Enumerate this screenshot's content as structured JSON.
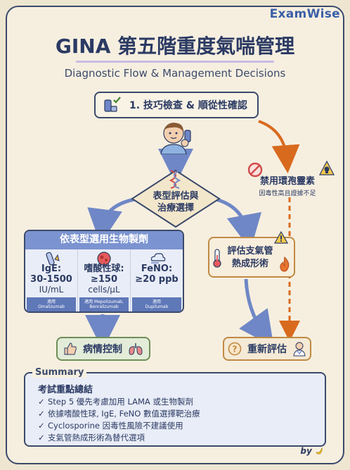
{
  "brand": "ExamWise",
  "title": "GINA 第五階重度氣喘管理",
  "subtitle": "Diagnostic Flow & Management Decisions",
  "step1": {
    "label": "1. 技巧檢查 & 順從性確認"
  },
  "phenotype": {
    "line1": "表型評估與",
    "line2": "治療選擇"
  },
  "biologics": {
    "header": "依表型選用生物製劑",
    "items": [
      {
        "line1": "IgE:",
        "line2": "30-1500",
        "line3": "IU/mL",
        "drug_label": "適用",
        "drug": "Omalizumab",
        "drug2": ""
      },
      {
        "line1": "嗜酸性球:",
        "line2": "≥150",
        "line3": "cells/μL",
        "drug_label": "適用 Mepolizumab,",
        "drug": "Benralizumab",
        "drug2": ""
      },
      {
        "line1": "FeNO:",
        "line2": "≥20 ppb",
        "line3": "",
        "drug_label": "適用",
        "drug": "Dupilumab",
        "drug2": ""
      }
    ]
  },
  "ban": {
    "title": "禁用環孢靈素",
    "note": "因毒性高且證據不足"
  },
  "airway": {
    "line1": "評估支氣管",
    "line2": "熱成形術"
  },
  "control": {
    "label": "病情控制"
  },
  "reassess": {
    "label": "重新評估"
  },
  "summary": {
    "label": "Summary",
    "heading": "考試重點總結",
    "items": [
      "Step 5 優先考慮加用 LAMA 或生物製劑",
      "依據嗜酸性球, IgE, FeNO 數值選擇靶治療",
      "Cyclosporine 因毒性風險不建議使用",
      "支氣管熱成形術為替代選項"
    ]
  },
  "footer": {
    "by": "by"
  },
  "colors": {
    "navy": "#2b3a63",
    "blue_arrow": "#6f87c6",
    "orange_arrow": "#d86a1e",
    "biologic_header": "#7b93d0"
  }
}
